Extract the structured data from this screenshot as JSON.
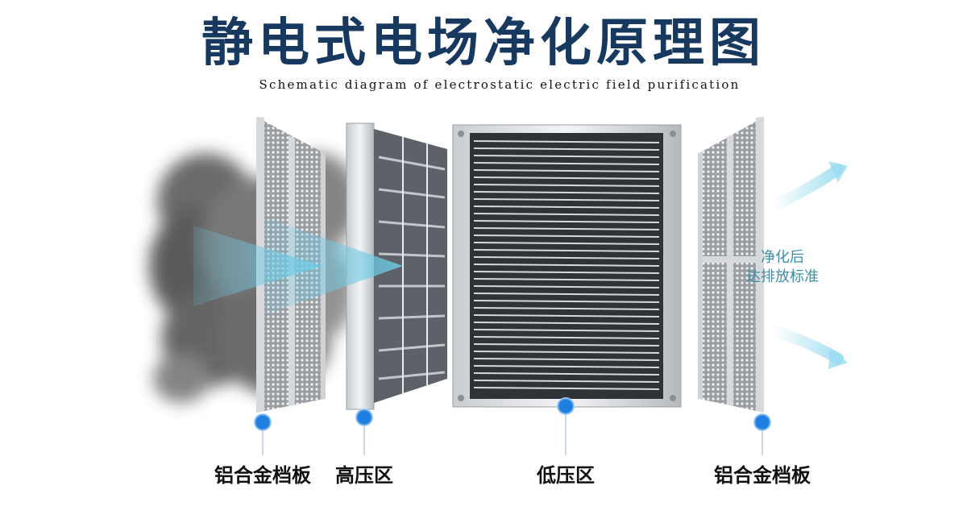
{
  "title": "静电式电场净化原理图",
  "subtitle": "Schematic diagram of electrostatic electric field purification",
  "labels": {
    "filter_left": "铝合金档板",
    "high_voltage": "高压区",
    "low_voltage": "低压区",
    "filter_right": "铝合金档板"
  },
  "exhaust_text": {
    "line1": "净化后",
    "line2": "达排放标准"
  },
  "colors": {
    "title": "#18395f",
    "marker": "#1e7fe0",
    "arrow": "#6ecbe6",
    "exhaust_text": "#3d8fa6"
  }
}
